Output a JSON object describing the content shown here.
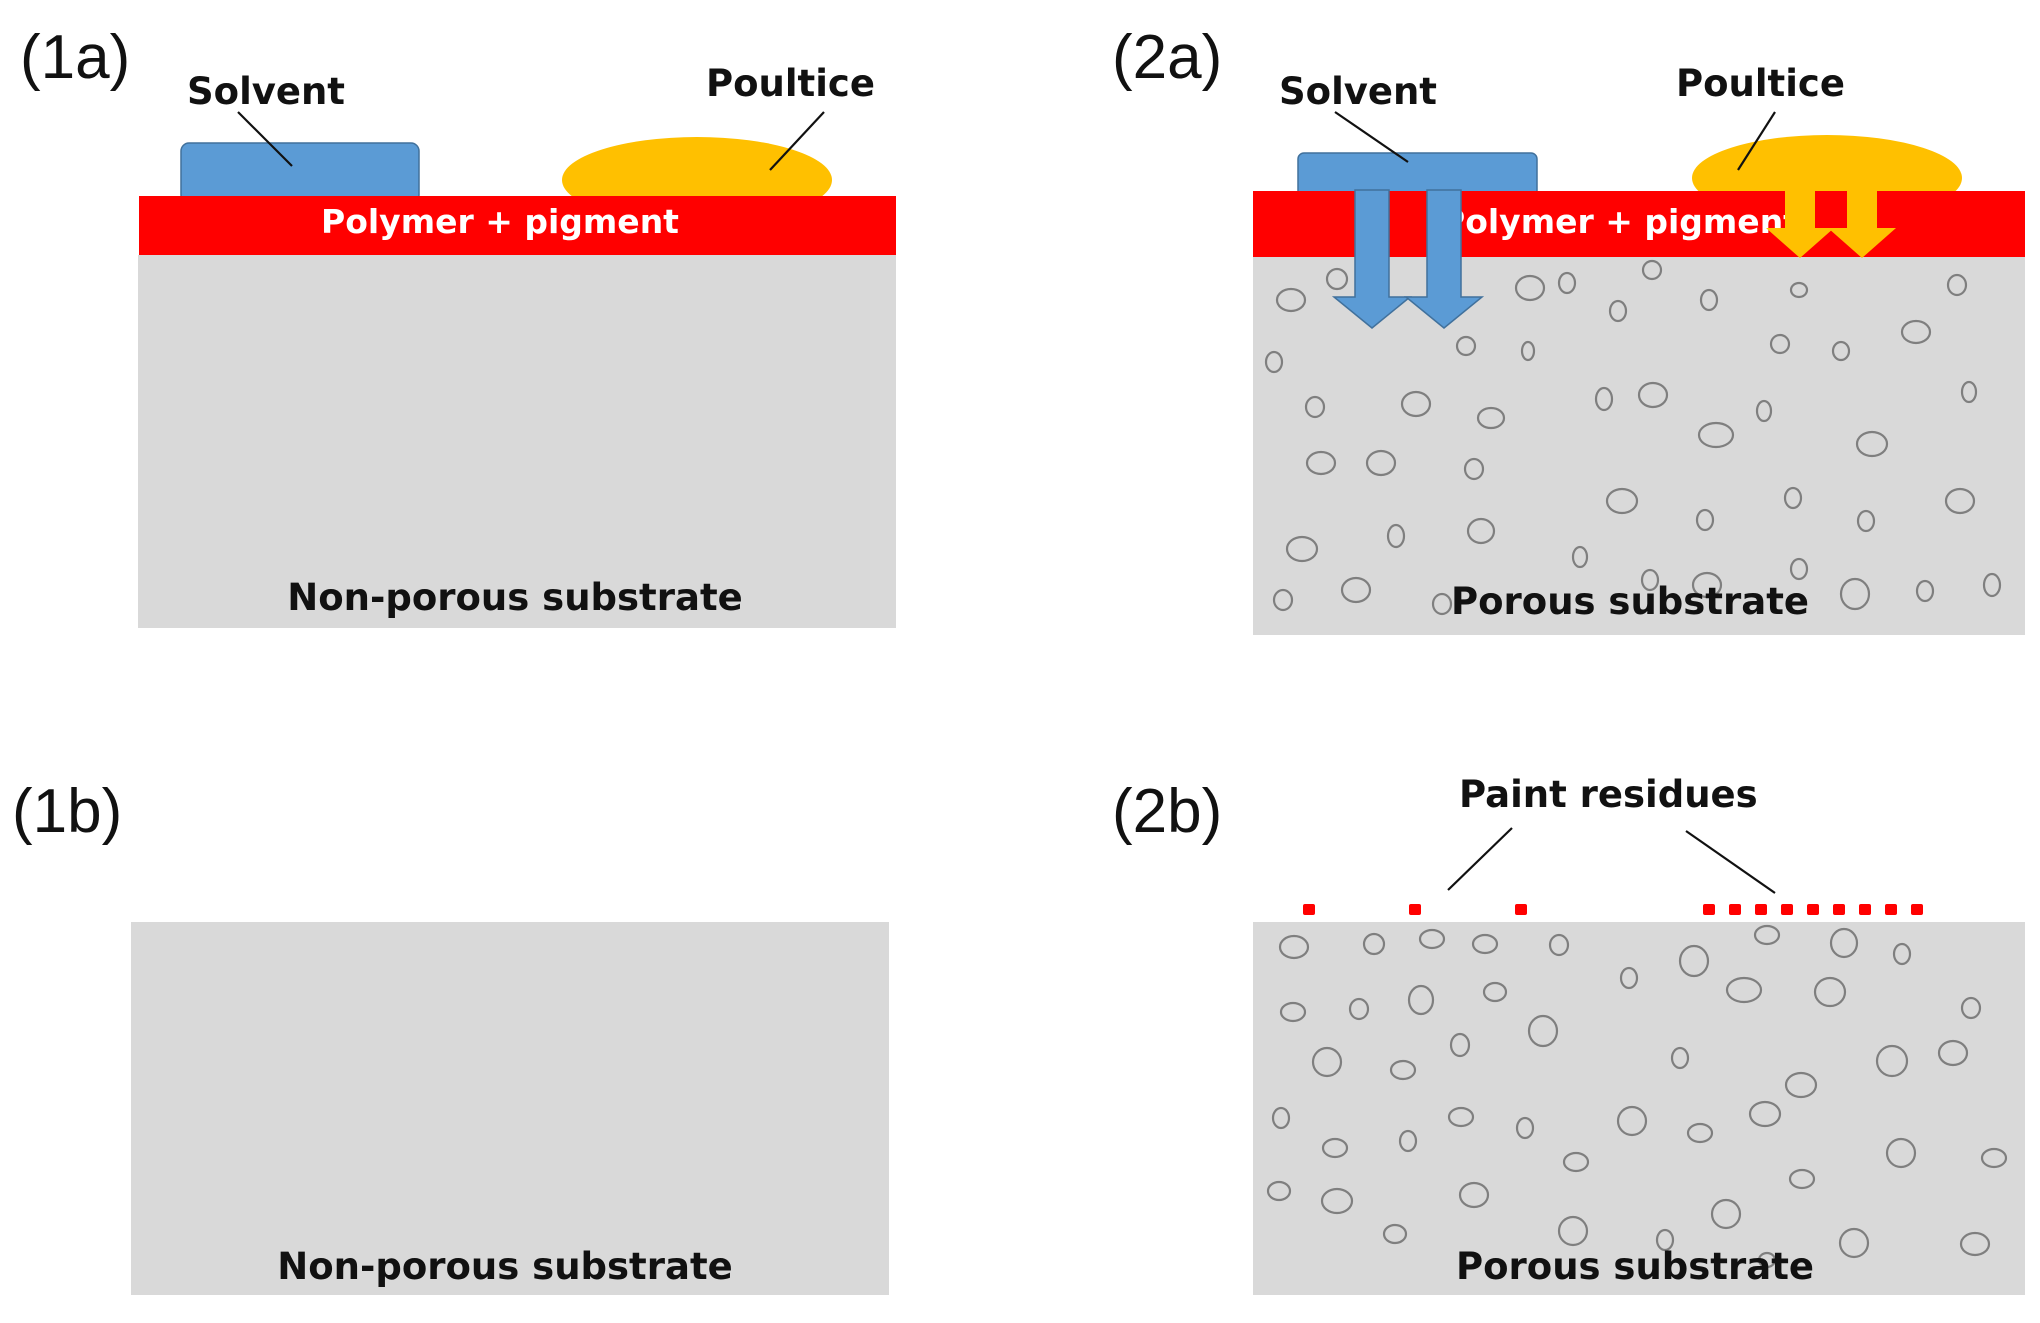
{
  "panels": {
    "p1a": {
      "label": "(1a)",
      "solvent": "Solvent",
      "poultice": "Poultice",
      "layer": "Polymer + pigment",
      "substrate": "Non-porous substrate"
    },
    "p2a": {
      "label": "(2a)",
      "solvent": "Solvent",
      "poultice": "Poultice",
      "layer": "Polymer + pigment",
      "substrate": "Porous substrate"
    },
    "p1b": {
      "label": "(1b)",
      "substrate": "Non-porous substrate"
    },
    "p2b": {
      "label": "(2b)",
      "residues": "Paint residues",
      "substrate": "Porous substrate"
    }
  },
  "colors": {
    "substrate": "#d9d9d9",
    "paint_layer": "#ff0000",
    "solvent": "#5b9bd5",
    "poultice": "#ffc000",
    "pore_outline": "#7f7f7f",
    "residue": "#ff0000"
  }
}
